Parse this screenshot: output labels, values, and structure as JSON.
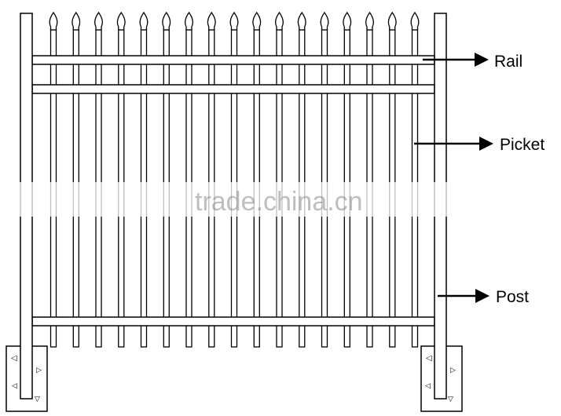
{
  "diagram": {
    "labels": {
      "rail": "Rail",
      "picket": "Picket",
      "post": "Post"
    },
    "watermark": "trade.china.cn",
    "picket_count": 17,
    "colors": {
      "line": "#000000",
      "fill": "#ffffff",
      "arrow": "#000000"
    }
  }
}
